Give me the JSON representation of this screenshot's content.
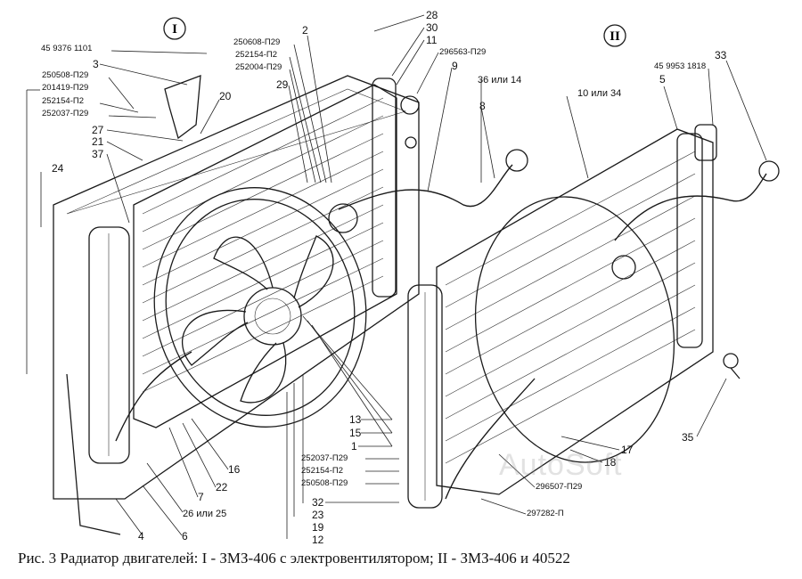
{
  "caption": "Рис. 3   Радиатор двигателей: I - ЗМЗ-406 с электровентилятором; II - ЗМЗ-406 и 40522",
  "view_markers": [
    "I",
    "II"
  ],
  "watermark": "AutoSoft",
  "labels": {
    "l1": "1",
    "l2": "2",
    "l3": "3",
    "l4": "4",
    "l5": "5",
    "l6": "6",
    "l7": "7",
    "l8": "8",
    "l9": "9",
    "l11": "11",
    "l12": "12",
    "l13": "13",
    "l15": "15",
    "l16": "16",
    "l17": "17",
    "l18": "18",
    "l19": "19",
    "l20": "20",
    "l21": "21",
    "l22": "22",
    "l23": "23",
    "l24": "24",
    "l27": "27",
    "l28": "28",
    "l29": "29",
    "l30": "30",
    "l32": "32",
    "l33": "33",
    "l35": "35",
    "l37": "37",
    "l26or25": "26 или 25",
    "l36or14": "36 или 14",
    "l10or34": "10 или 34",
    "p_459376": "45 9376 1101",
    "p_250508a": "250508-П29",
    "p_201419": "201419-П29",
    "p_252154a": "252154-П2",
    "p_252037a": "252037-П29",
    "p_250608": "250608-П29",
    "p_252154b": "252154-П2",
    "p_252004": "252004-П29",
    "p_296563": "296563-П29",
    "p_459953": "45 9953 1818",
    "p_252037b": "252037-П29",
    "p_252154c": "252154-П2",
    "p_250508b": "250508-П29",
    "p_296507": "296507-П29",
    "p_297282": "297282-П"
  }
}
